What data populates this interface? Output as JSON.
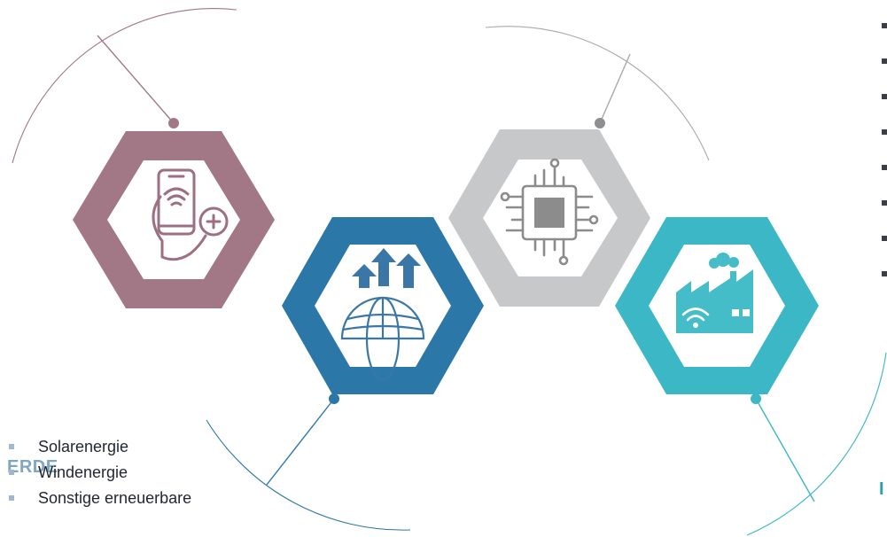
{
  "colors": {
    "mauve": "#A27786",
    "steel_blue": "#2A77A8",
    "grey": "#C6C8CA",
    "teal": "#3BB7C5",
    "icon_mauve": "#9D6F82",
    "icon_blue": "#3B77A6",
    "icon_grey": "#8C8C8C",
    "icon_teal": "#44BDC8",
    "heading": "#7FA7C2",
    "bullet_light": "#9FB8CE",
    "bullet_dark": "#3A3F45"
  },
  "hexagons": [
    {
      "name": "hex-mobile-health",
      "color_key": "mauve",
      "icon": "smartphone-stethoscope-icon"
    },
    {
      "name": "hex-global-growth",
      "color_key": "steel_blue",
      "icon": "globe-arrows-icon"
    },
    {
      "name": "hex-microchip",
      "color_key": "grey",
      "icon": "microchip-icon"
    },
    {
      "name": "hex-smart-factory",
      "color_key": "teal",
      "icon": "factory-wifi-icon"
    }
  ],
  "left_panel": {
    "title": "ERDE",
    "items": [
      "Solarenergie",
      "Windenergie",
      "Sonstige erneuerbare"
    ]
  },
  "right_panel": {
    "bullet_count": 8,
    "title_fragment": "I"
  }
}
